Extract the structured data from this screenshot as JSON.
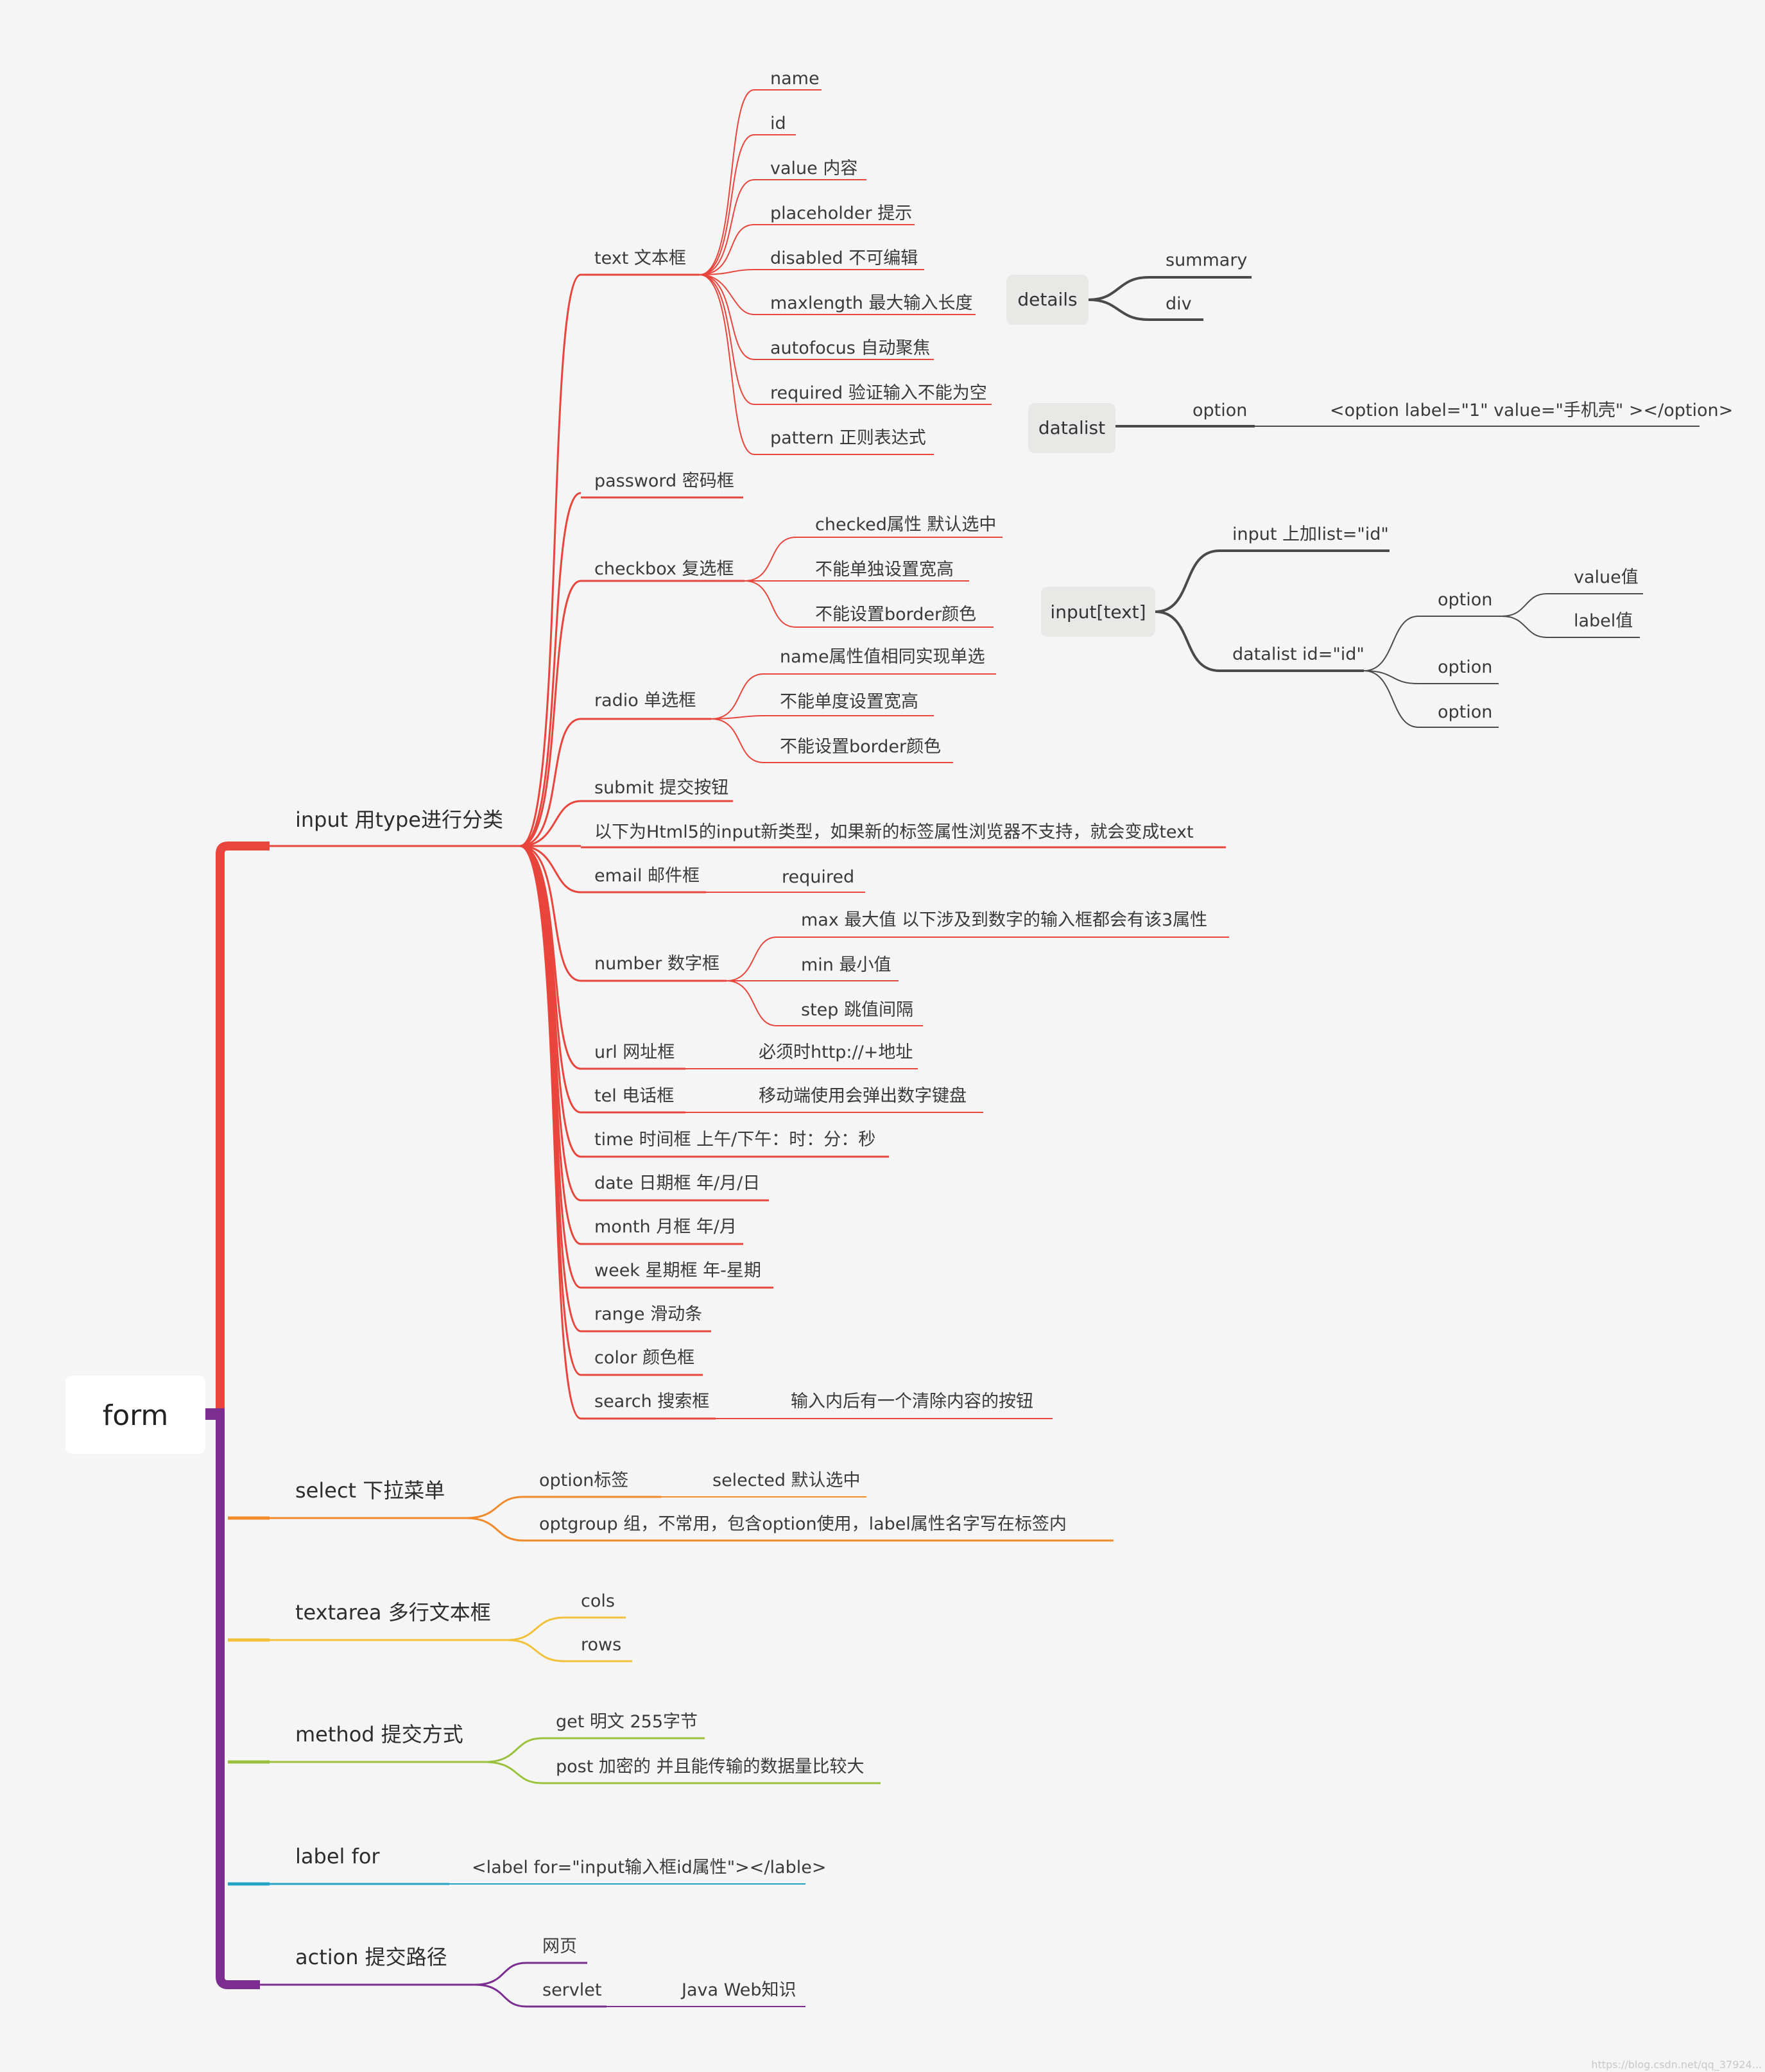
{
  "root": "form",
  "colors": {
    "red": "#e8453c",
    "purple": "#7b2d90",
    "orange": "#f08a2a",
    "yellow": "#f2c13b",
    "green": "#9bc13c",
    "cyan": "#22a3c4",
    "gray": "#4a4a4a",
    "box": "#e8e8e6"
  },
  "branches": {
    "input": {
      "label": "input 用type进行分类",
      "text": {
        "label": "text 文本框",
        "items": [
          "name",
          "id",
          "value 内容",
          "placeholder 提示",
          "disabled 不可编辑",
          "maxlength 最大输入长度",
          "autofocus 自动聚焦",
          "required 验证输入不能为空",
          "pattern 正则表达式"
        ]
      },
      "password": "password 密码框",
      "checkbox": {
        "label": "checkbox 复选框",
        "items": [
          "checked属性 默认选中",
          "不能单独设置宽高",
          "不能设置border颜色"
        ]
      },
      "radio": {
        "label": "radio 单选框",
        "items": [
          "name属性值相同实现单选",
          "不能单度设置宽高",
          "不能设置border颜色"
        ]
      },
      "submit": "submit 提交按钮",
      "html5note": "以下为Html5的input新类型，如果新的标签属性浏览器不支持，就会变成text",
      "email": {
        "label": "email 邮件框",
        "child": "required"
      },
      "number": {
        "label": "number 数字框",
        "items": [
          "max 最大值 以下涉及到数字的输入框都会有该3属性",
          "min 最小值",
          "step 跳值间隔"
        ]
      },
      "url": {
        "label": "url 网址框",
        "child": "必须时http://+地址"
      },
      "tel": {
        "label": "tel 电话框",
        "child": "移动端使用会弹出数字键盘"
      },
      "time": "time 时间框 上午/下午：时：分：秒",
      "date": "date 日期框 年/月/日",
      "month": "month 月框 年/月",
      "week": "week 星期框 年-星期",
      "range": "range 滑动条",
      "color": "color 颜色框",
      "search": {
        "label": "search 搜索框",
        "child": "输入内后有一个清除内容的按钮"
      }
    },
    "select": {
      "label": "select 下拉菜单",
      "option": {
        "label": "option标签",
        "child": "selected 默认选中"
      },
      "optgroup": "optgroup 组，不常用，包含option使用，label属性名字写在标签内"
    },
    "textarea": {
      "label": "textarea 多行文本框",
      "items": [
        "cols",
        "rows"
      ]
    },
    "method": {
      "label": "method 提交方式",
      "items": [
        "get 明文 255字节",
        "post 加密的 并且能传输的数据量比较大"
      ]
    },
    "labelfor": {
      "label": "label for",
      "child": "<label for=\"input输入框id属性\"></lable>"
    },
    "action": {
      "label": "action 提交路径",
      "items": [
        "网页",
        "servlet"
      ],
      "servlet_child": "Java Web知识"
    }
  },
  "floating": {
    "details": {
      "label": "details",
      "items": [
        "summary",
        "div"
      ]
    },
    "datalist": {
      "label": "datalist",
      "option": "option",
      "option_child": "<option label=\"1\" value=\"手机壳\" ></option>"
    },
    "inputtext": {
      "label": "input[text]",
      "top": "input 上加list=\"id\"",
      "datalist": "datalist id=\"id\"",
      "options": [
        "option",
        "option",
        "option"
      ],
      "first_option_items": [
        "value值",
        "label值"
      ]
    }
  },
  "watermark": "https://blog.csdn.net/qq_37924..."
}
